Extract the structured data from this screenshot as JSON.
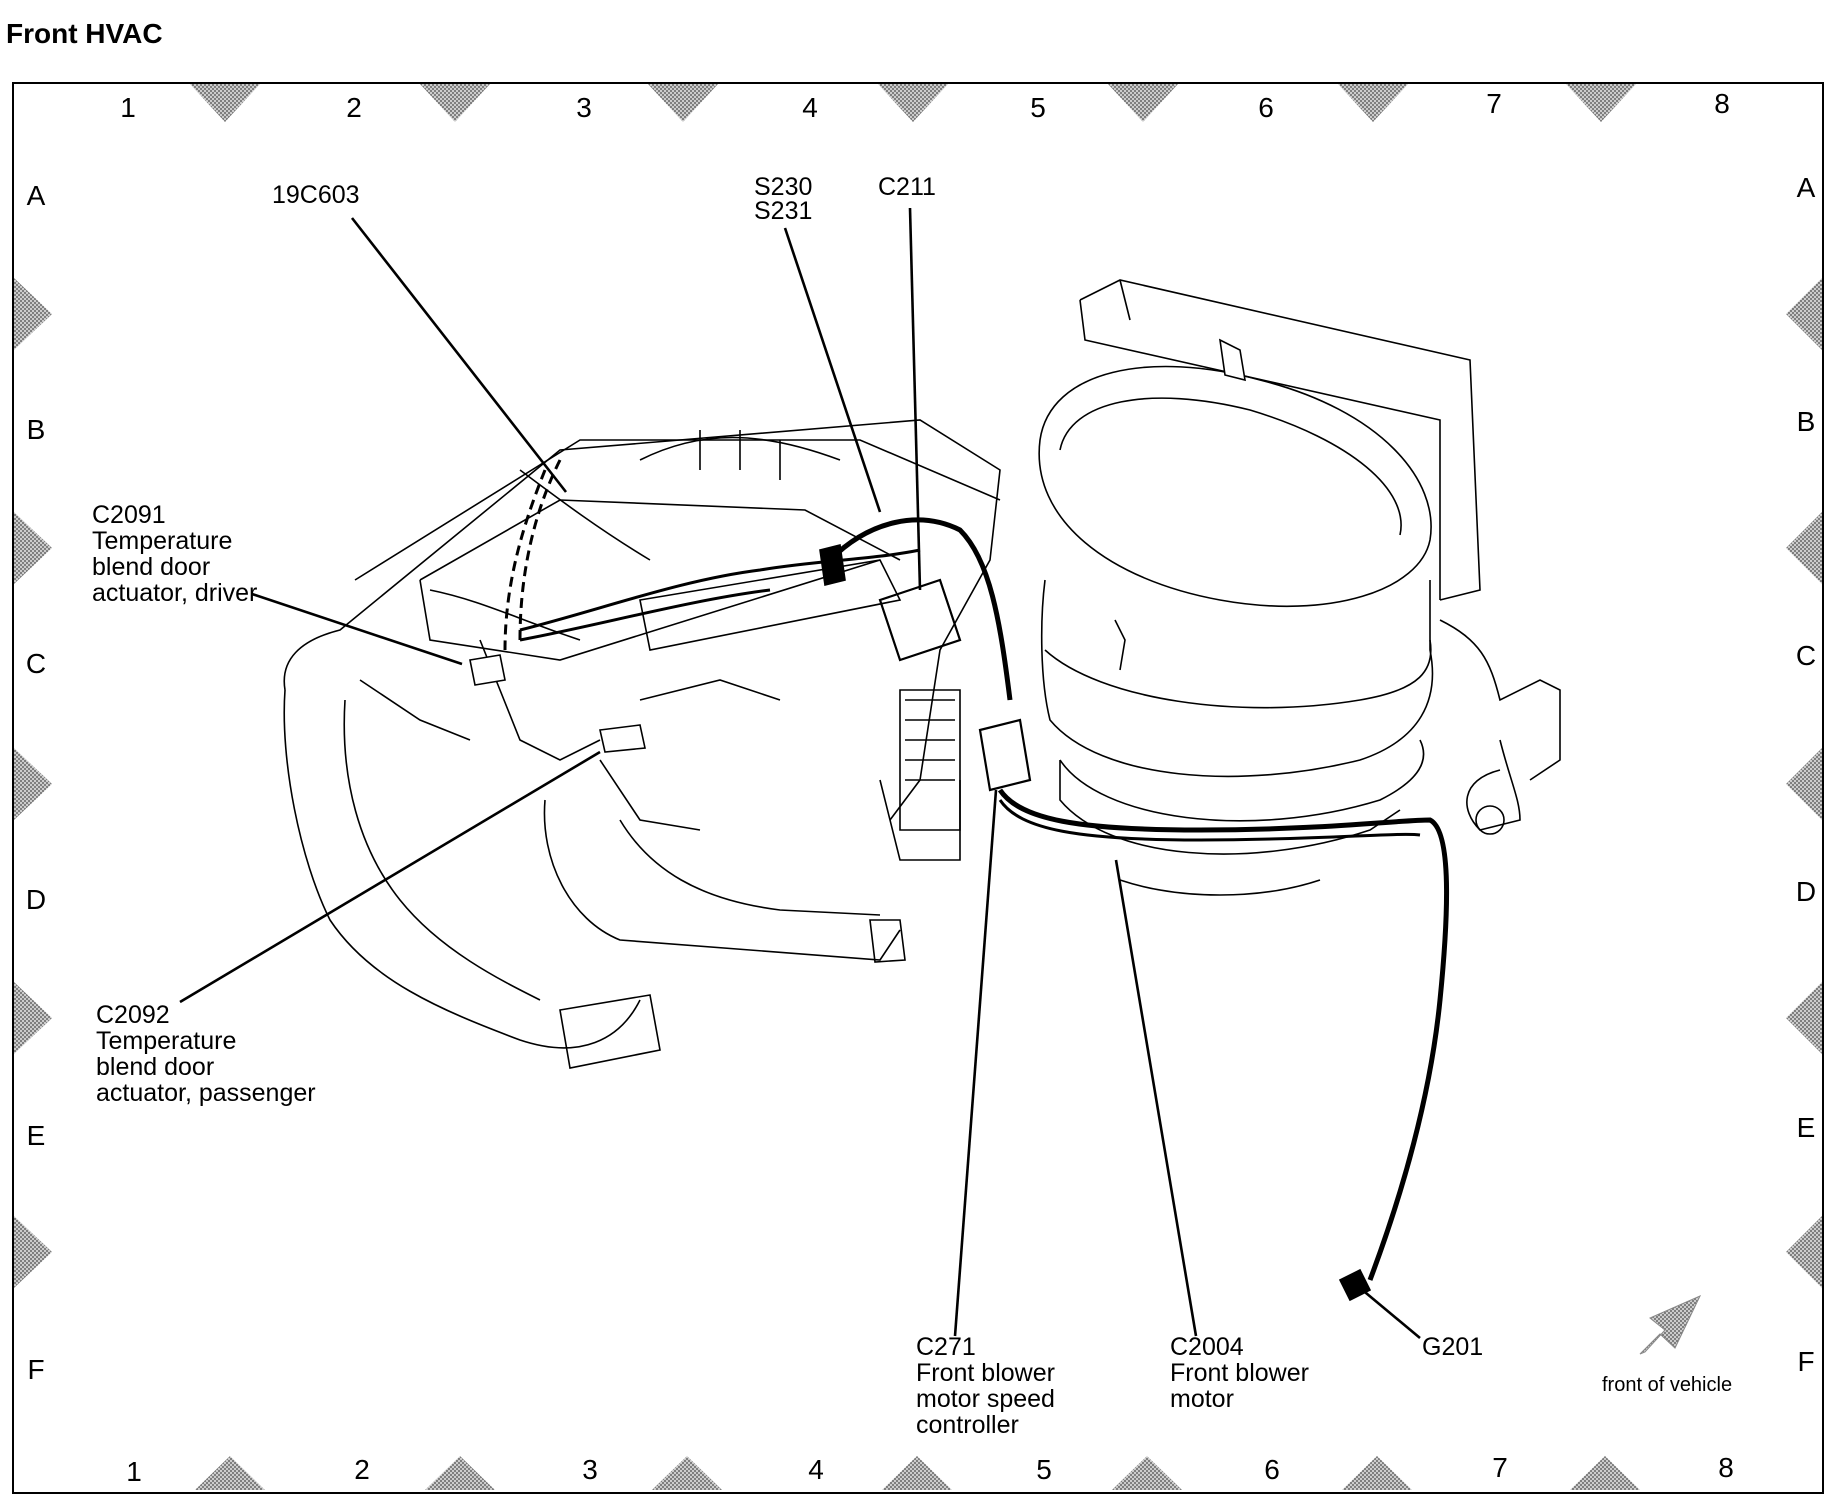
{
  "title": "Front HVAC",
  "grid": {
    "columns": [
      "1",
      "2",
      "3",
      "4",
      "5",
      "6",
      "7",
      "8"
    ],
    "rows": [
      "A",
      "B",
      "C",
      "D",
      "E",
      "F"
    ]
  },
  "labels": {
    "c19603": "19C603",
    "s230": "S230",
    "s231": "S231",
    "c211": "C211",
    "c2091": [
      "C2091",
      "Temperature",
      "blend door",
      "actuator, driver"
    ],
    "c2092": [
      "C2092",
      "Temperature",
      "blend door",
      "actuator, passenger"
    ],
    "c271": [
      "C271",
      "Front blower",
      "motor speed",
      "controller"
    ],
    "c2004": [
      "C2004",
      "Front blower",
      "motor"
    ],
    "g201": "G201",
    "front": "front of vehicle"
  },
  "colors": {
    "line": "#000000",
    "marker": "#9a9a9a"
  }
}
